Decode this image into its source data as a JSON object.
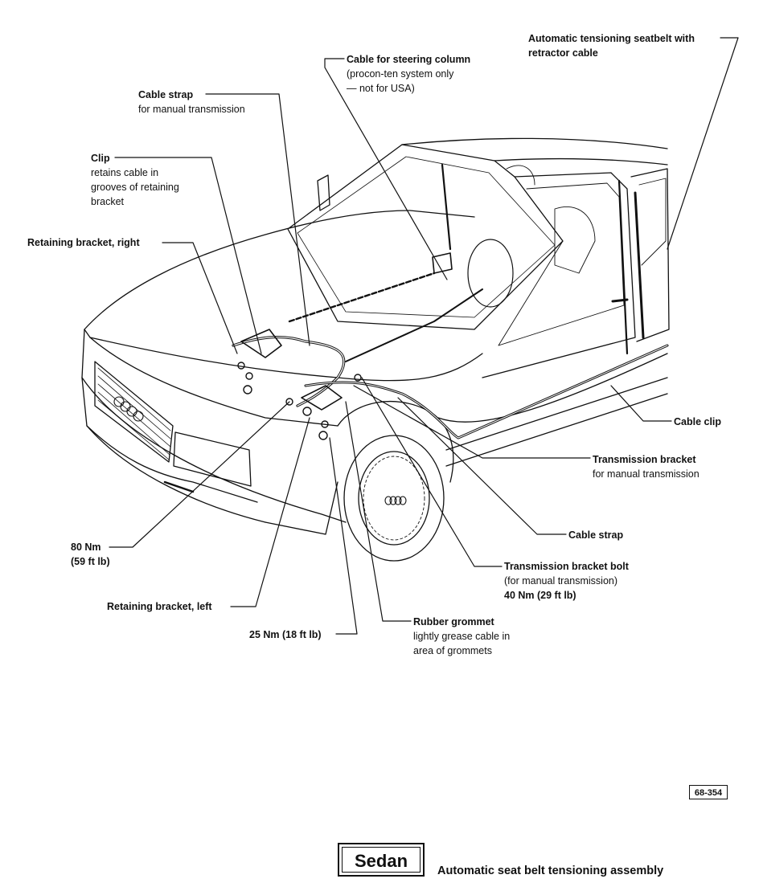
{
  "labels": {
    "seatbelt": {
      "title": "Automatic tensioning seatbelt with",
      "line2": "retractor cable"
    },
    "steering": {
      "title": "Cable for steering column",
      "line2": "(procon-ten system only",
      "line3": "— not for USA)"
    },
    "cable_strap_top": {
      "title": "Cable strap",
      "line2": "for manual transmission"
    },
    "clip": {
      "title": "Clip",
      "line2": "retains cable in",
      "line3": "grooves of retaining",
      "line4": "bracket"
    },
    "bracket_right": {
      "title": "Retaining bracket, right"
    },
    "cable_clip": {
      "title": "Cable clip"
    },
    "trans_bracket": {
      "title": "Transmission bracket",
      "line2": "for manual transmission"
    },
    "cable_strap_lower": {
      "title": "Cable strap"
    },
    "trans_bolt": {
      "title": "Transmission bracket bolt",
      "line2": "(for manual transmission)",
      "line3": "40 Nm (29 ft lb)"
    },
    "torque_80": {
      "title": "80 Nm",
      "line2": "(59 ft lb)"
    },
    "bracket_left": {
      "title": "Retaining bracket, left"
    },
    "rubber_grommet": {
      "title": "Rubber grommet",
      "line2": "lightly grease cable in",
      "line3": "area of grommets"
    },
    "torque_25": {
      "title": "25 Nm (18 ft lb)"
    }
  },
  "figure_ref": "68-354",
  "model_box": "Sedan",
  "caption": "Automatic seat belt tensioning assembly",
  "colors": {
    "ink": "#111111",
    "paper": "#ffffff"
  }
}
